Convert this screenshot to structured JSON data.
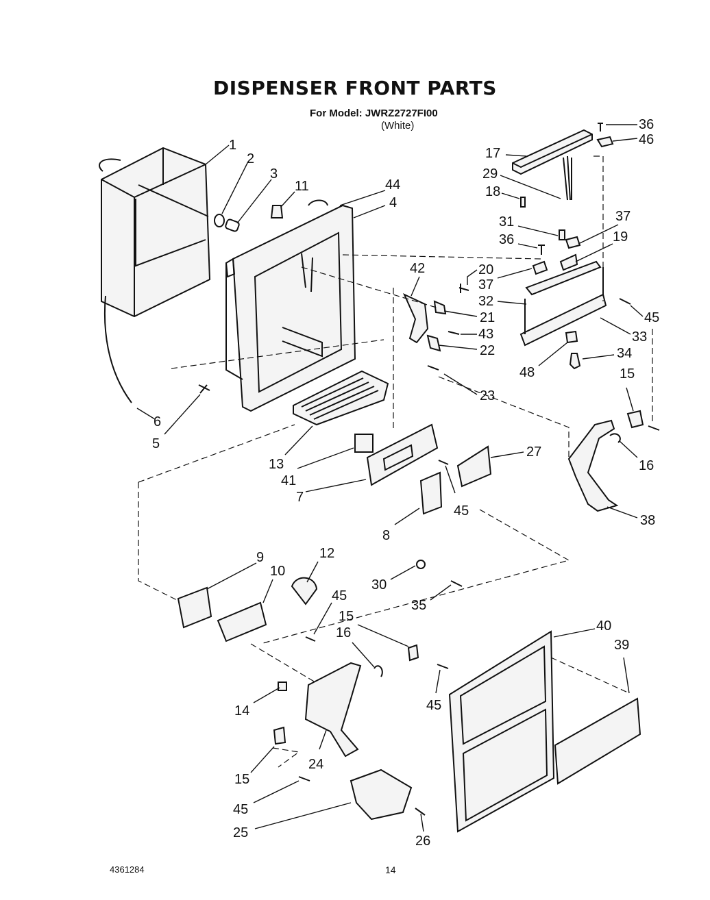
{
  "title": "DISPENSER FRONT PARTS",
  "model_line": "For Model: JWRZ2727FI00",
  "color_line": "(White)",
  "footer": {
    "doc_number": "4361284",
    "page_number": "14"
  },
  "callouts": [
    {
      "id": "c1",
      "text": "1"
    },
    {
      "id": "c2",
      "text": "2"
    },
    {
      "id": "c3",
      "text": "3"
    },
    {
      "id": "c11",
      "text": "11"
    },
    {
      "id": "c44",
      "text": "44"
    },
    {
      "id": "c4",
      "text": "4"
    },
    {
      "id": "c36a",
      "text": "36"
    },
    {
      "id": "c46",
      "text": "46"
    },
    {
      "id": "c17",
      "text": "17"
    },
    {
      "id": "c29",
      "text": "29"
    },
    {
      "id": "c18",
      "text": "18"
    },
    {
      "id": "c31",
      "text": "31"
    },
    {
      "id": "c37a",
      "text": "37"
    },
    {
      "id": "c36b",
      "text": "36"
    },
    {
      "id": "c19",
      "text": "19"
    },
    {
      "id": "c42",
      "text": "42"
    },
    {
      "id": "c20",
      "text": "20"
    },
    {
      "id": "c37b",
      "text": "37"
    },
    {
      "id": "c32",
      "text": "32"
    },
    {
      "id": "c21",
      "text": "21"
    },
    {
      "id": "c45a",
      "text": "45"
    },
    {
      "id": "c43",
      "text": "43"
    },
    {
      "id": "c33",
      "text": "33"
    },
    {
      "id": "c22",
      "text": "22"
    },
    {
      "id": "c34",
      "text": "34"
    },
    {
      "id": "c48",
      "text": "48"
    },
    {
      "id": "c15a",
      "text": "15"
    },
    {
      "id": "c23",
      "text": "23"
    },
    {
      "id": "c6",
      "text": "6"
    },
    {
      "id": "c5",
      "text": "5"
    },
    {
      "id": "c16a",
      "text": "16"
    },
    {
      "id": "c27",
      "text": "27"
    },
    {
      "id": "c13",
      "text": "13"
    },
    {
      "id": "c41",
      "text": "41"
    },
    {
      "id": "c7",
      "text": "7"
    },
    {
      "id": "c45b",
      "text": "45"
    },
    {
      "id": "c38",
      "text": "38"
    },
    {
      "id": "c8",
      "text": "8"
    },
    {
      "id": "c9",
      "text": "9"
    },
    {
      "id": "c12",
      "text": "12"
    },
    {
      "id": "c10",
      "text": "10"
    },
    {
      "id": "c30",
      "text": "30"
    },
    {
      "id": "c35",
      "text": "35"
    },
    {
      "id": "c45c",
      "text": "45"
    },
    {
      "id": "c15b",
      "text": "15"
    },
    {
      "id": "c16b",
      "text": "16"
    },
    {
      "id": "c40",
      "text": "40"
    },
    {
      "id": "c39",
      "text": "39"
    },
    {
      "id": "c45d",
      "text": "45"
    },
    {
      "id": "c14",
      "text": "14"
    },
    {
      "id": "c24",
      "text": "24"
    },
    {
      "id": "c15c",
      "text": "15"
    },
    {
      "id": "c45e",
      "text": "45"
    },
    {
      "id": "c25",
      "text": "25"
    },
    {
      "id": "c26",
      "text": "26"
    }
  ]
}
